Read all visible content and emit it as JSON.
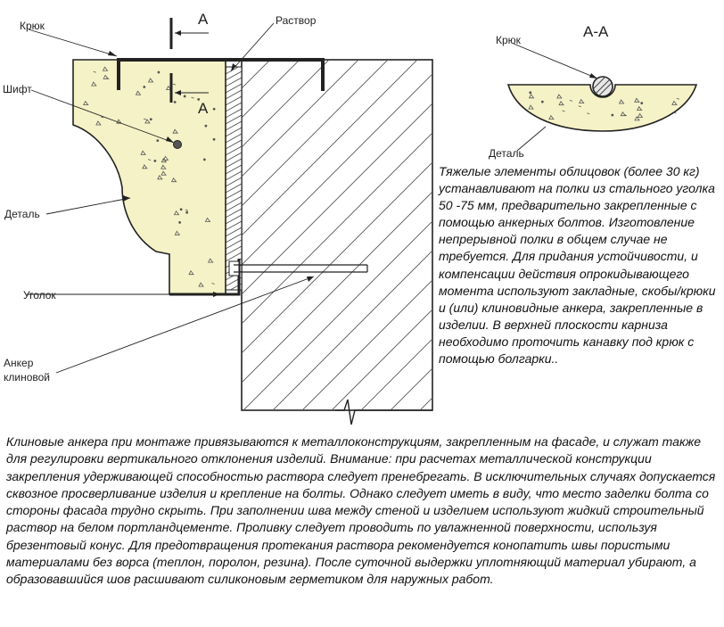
{
  "labels": {
    "hook": "Крюк",
    "mortar": "Раствор",
    "pin": "Шифт",
    "detail": "Деталь",
    "angle": "Уголок",
    "anchor_line1": "Анкер",
    "anchor_line2": "клиновой",
    "section_mark_top": "А",
    "section_mark_bottom": "А",
    "section_title": "А-А",
    "section_hook": "Крюк",
    "section_detail": "Деталь"
  },
  "colors": {
    "stone_fill": "#f4f2c6",
    "line": "#222222",
    "hatch": "#555555"
  },
  "text": {
    "side": "Тяжелые элементы облицовок (более 30 кг) устанавливают на полки из стального уголка 50 -75 мм, предварительно закрепленные с помощью анкерных болтов. Изготовление непрерывной полки в общем случае не требуется. Для придания устойчивости, и компенсации действия опрокидывающего момента используют закладные, скобы/крюки и (или) клиновидные анкера, закрепленные в изделии. В верхней плоскости карниза необходимо проточить канавку под крюк с помощью болгарки..",
    "bottom": "Клиновые анкера при монтаже привязываются к металлоконструкциям, закрепленным на фасаде, и служат также для регулировки вертикального отклонения изделий. Внимание: при расчетах металлической конструкции закрепления удерживающей способностью раствора следует пренебрегать. В исключительных случаях допускается сквозное просверливание изделия и крепление на болты. Однако следует иметь в виду, что место заделки болта со стороны фасада трудно скрыть. При заполнении шва между стеной и изделием используют жидкий строительный раствор на белом портландцементе. Проливку следует проводить по увлажненной поверхности, используя брезентовый конус. Для предотвращения протекания раствора рекомендуется конопатить швы пористыми материалами без ворса (теплон, поролон, резина). После суточной выдержки уплотняющий материал убирают, а образовавшийся шов расшивают силиконовым герметиком для наружных работ."
  }
}
